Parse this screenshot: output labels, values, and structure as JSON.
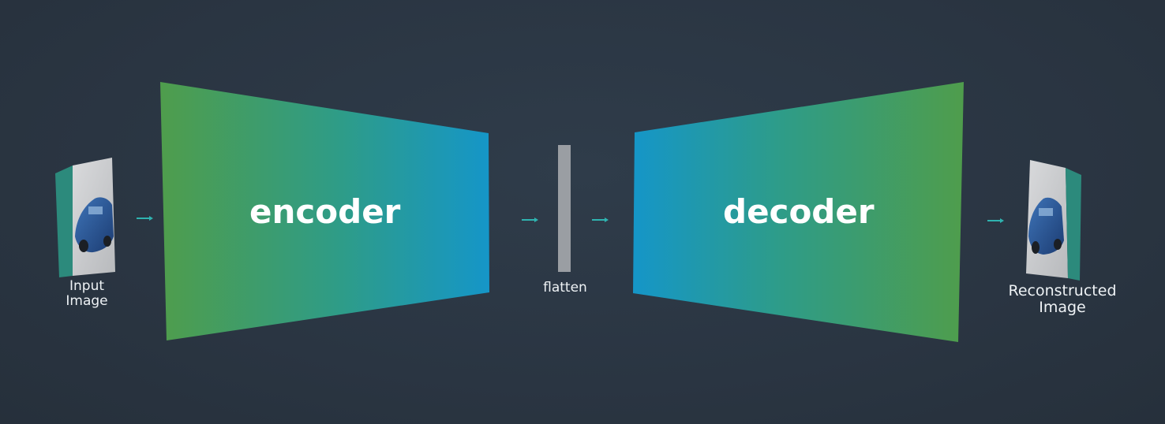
{
  "input_label": "Input\nImage",
  "encoder_label": "encoder",
  "flatten_label": "flatten",
  "decoder_label": "decoder",
  "output_label": "Reconstructed\nImage",
  "colors": {
    "background": "#2b3744",
    "green": "#4f9d4c",
    "blue": "#1596c8",
    "arrow": "#2fb3b0",
    "flatten_bar": "#9a9ea3",
    "frame_side": "#2c8a7c"
  },
  "icons": {
    "input": "car-image-icon",
    "output": "car-image-icon"
  }
}
